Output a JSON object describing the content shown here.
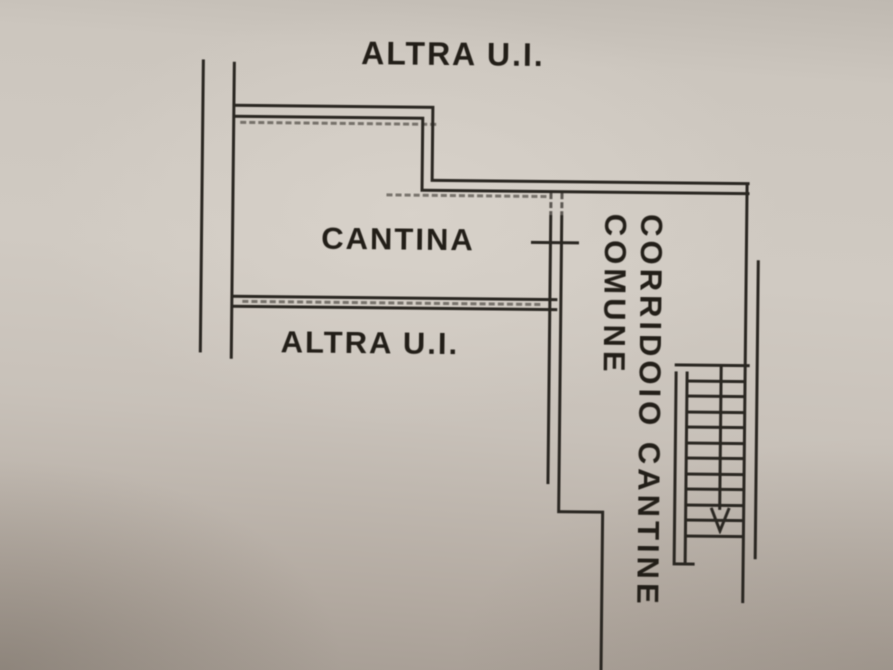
{
  "document": {
    "kind": "scanned cadastral floor plan photo",
    "language": "it"
  },
  "palette": {
    "ink": "#2d2a25",
    "text": "#26221c",
    "paper-light": "#d0cac2",
    "paper-mid": "#c9c3bb",
    "paper-dark": "#a59c93"
  },
  "labels": {
    "unit_top": "ALTRA U.I.",
    "room": "CANTINA",
    "unit_left": "ALTRA U.I.",
    "corridor_line1": "CORRIDOIO CANTINE",
    "corridor_line2": "COMUNE"
  },
  "staircase": {
    "tread_count": 12,
    "arrow_direction": "down"
  }
}
